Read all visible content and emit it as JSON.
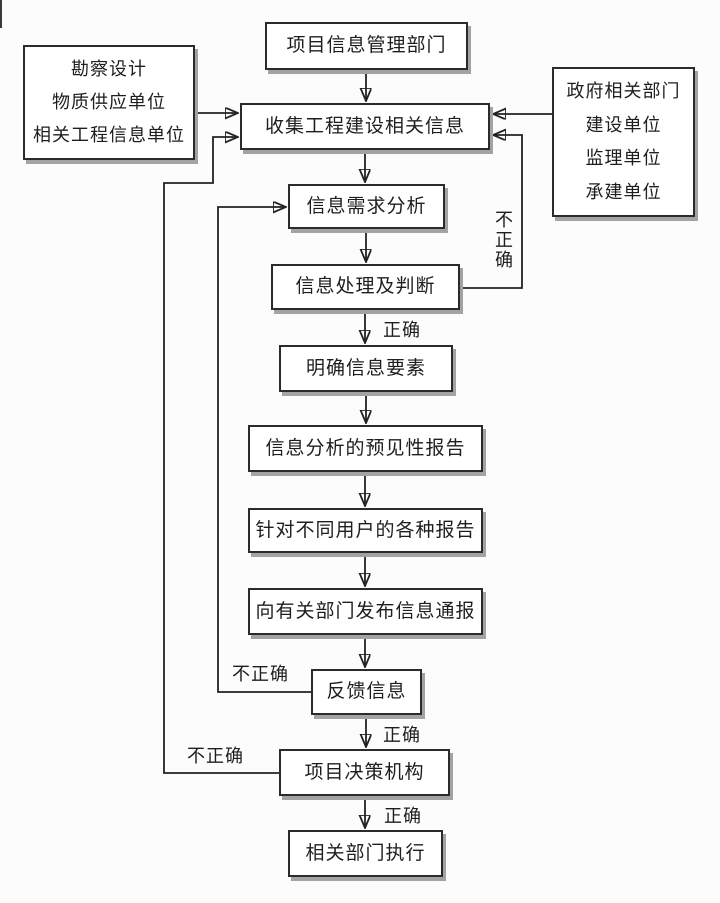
{
  "flowchart": {
    "nodes": {
      "info_dept": "项目信息管理部门",
      "collect": "收集工程建设相关信息",
      "demand": "信息需求分析",
      "process": "信息处理及判断",
      "clarify": "明确信息要素",
      "predict": "信息分析的预见性报告",
      "reports": "针对不同用户的各种报告",
      "publish": "向有关部门发布信息通报",
      "feedback": "反馈信息",
      "decision": "项目决策机构",
      "execute": "相关部门执行"
    },
    "left_source_lines": [
      "勘察设计",
      "物质供应单位",
      "相关工程信息单位"
    ],
    "right_source_lines": [
      "政府相关部门",
      "建设单位",
      "监理单位",
      "承建单位"
    ],
    "labels": {
      "correct_after_process": "正确",
      "correct_after_feedback": "正确",
      "correct_after_decision": "正确",
      "incorrect_process_loop": "不正确",
      "incorrect_feedback_loop": "不正确",
      "incorrect_decision_loop": "不正确"
    },
    "colors": {
      "line": "#222222",
      "box_border": "#2b2b2b",
      "box_fill": "#ffffff",
      "box_shadow": "#a3a3a3",
      "background": "#fcfcfc",
      "text": "#1e1e1e"
    }
  }
}
